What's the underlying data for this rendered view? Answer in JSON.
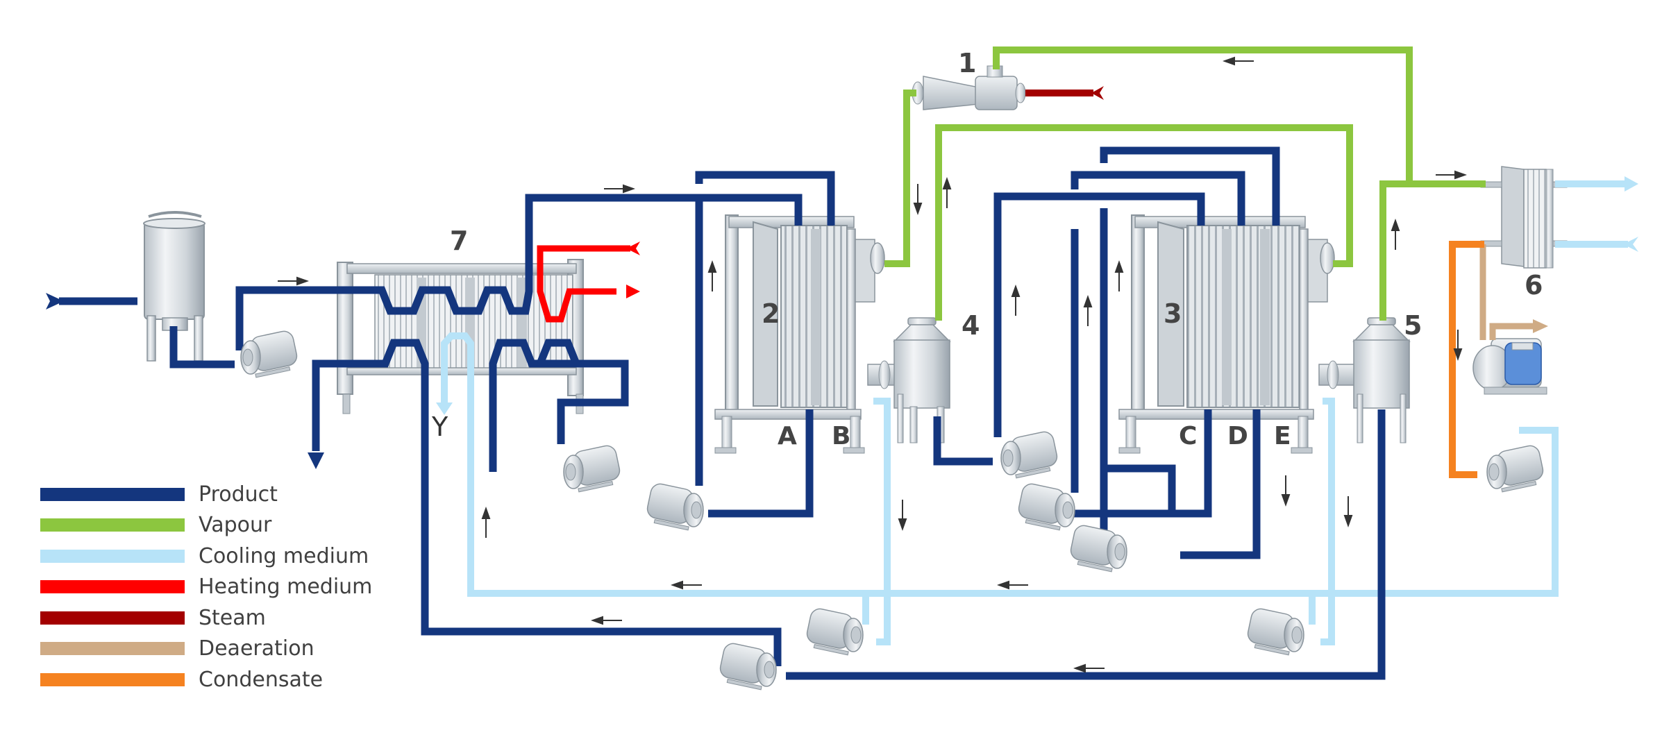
{
  "title": "Multi-stage evaporator process flow diagram",
  "colors": {
    "product": "#14367e",
    "vapour": "#8cc63f",
    "cooling": "#b7e3f8",
    "heating": "#ff0000",
    "steam": "#a30000",
    "deaeration": "#cfab85",
    "condensate": "#f58220",
    "metal": "#d4d9de",
    "metal_dark": "#98a2ab",
    "label": "#444444",
    "motor_blue": "#3a7bd5"
  },
  "legend": [
    {
      "key": "product",
      "label": "Product",
      "color": "#14367e"
    },
    {
      "key": "vapour",
      "label": "Vapour",
      "color": "#8cc63f"
    },
    {
      "key": "cooling",
      "label": "Cooling medium",
      "color": "#b7e3f8"
    },
    {
      "key": "heating",
      "label": "Heating medium",
      "color": "#ff0000"
    },
    {
      "key": "steam",
      "label": "Steam",
      "color": "#a30000"
    },
    {
      "key": "deaeration",
      "label": "Deaeration",
      "color": "#cfab85"
    },
    {
      "key": "condensate",
      "label": "Condensate",
      "color": "#f58220"
    }
  ],
  "equipment_labels": {
    "thermocompressor": "1",
    "evaporator_1": "2",
    "evaporator_2": "3",
    "separator_1": "4",
    "separator_2": "5",
    "condenser": "6",
    "plate_heat_exchanger": "7"
  },
  "section_labels": {
    "a": "A",
    "b": "B",
    "c": "C",
    "d": "D",
    "e": "E",
    "y": "Y"
  }
}
